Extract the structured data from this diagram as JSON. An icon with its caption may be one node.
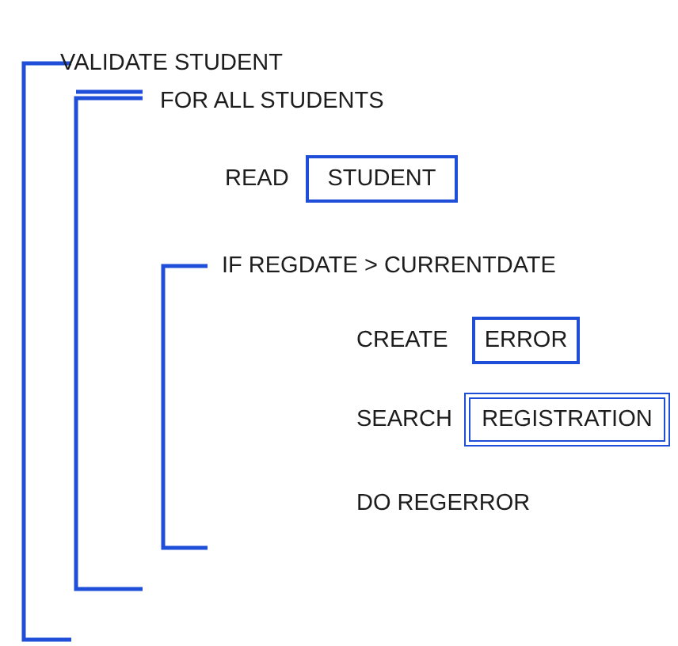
{
  "diagram": {
    "nodes": [
      {
        "text": [
          "STUDENT"
        ]
      },
      {
        "text": [
          "ERROR"
        ]
      },
      {
        "text": [
          "REGISTRATION"
        ]
      }
    ],
    "labels": [
      "VALIDATE STUDENT",
      "FOR ALL STUDENTS",
      "READ",
      "IF REGDATE > CURRENTDATE",
      "CREATE",
      "SEARCH",
      "DO REGERROR"
    ]
  }
}
